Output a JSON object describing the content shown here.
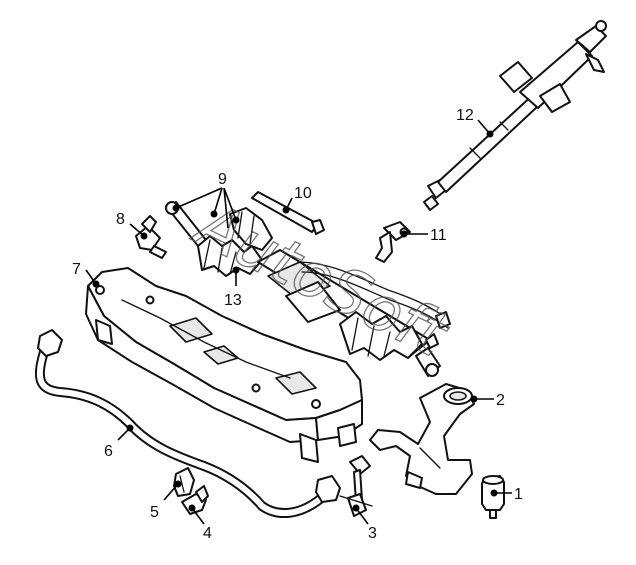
{
  "callouts": {
    "c1": "1",
    "c2": "2",
    "c3": "3",
    "c4": "4",
    "c5": "5",
    "c6": "6",
    "c7": "7",
    "c8": "8",
    "c9": "9",
    "c10": "10",
    "c11": "11",
    "c12": "12",
    "c13": "13"
  },
  "watermark": "AutoSoft"
}
